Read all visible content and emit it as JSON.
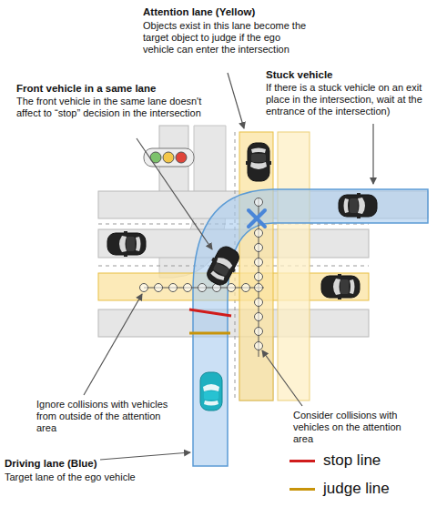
{
  "diagram": {
    "labels": [
      "Attention lane (Yellow)",
      "Objects exist in this lane become the target object to judge if the ego vehicle can enter the intersection",
      "Front vehicle in a same lane",
      "The front vehicle in the same lane doesn't affect to “stop” decision in the intersection",
      "Stuck vehicle",
      "If there is a stuck vehicle on an exit place in the intersection, wait at the entrance of the intersection)",
      "Ignore collisions with vehicles from outside of the attention area",
      "Consider collisions with vehicles on the attention area",
      "Driving lane (Blue)",
      "Target lane of the ego vehicle"
    ],
    "legend": [
      {
        "text": "stop line"
      },
      {
        "text": "judge line"
      }
    ]
  }
}
